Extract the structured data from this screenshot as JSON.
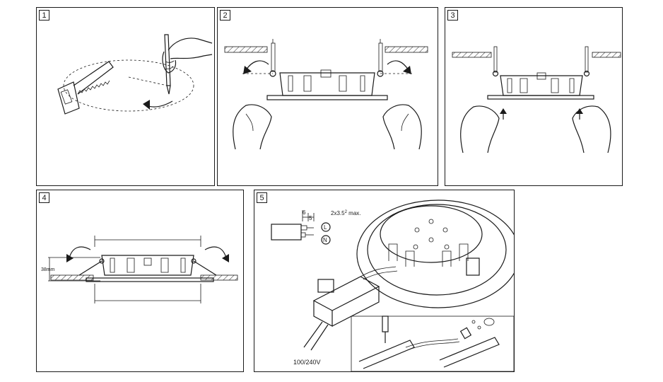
{
  "steps": [
    {
      "number": "1"
    },
    {
      "number": "2"
    },
    {
      "number": "3"
    },
    {
      "number": "4",
      "height_label": "38mm"
    },
    {
      "number": "5",
      "wire_spec": "2x3.5",
      "wire_spec_suffix": "max.",
      "wire_spec_sup": "2",
      "strip_long": "6",
      "strip_short": "5",
      "terminal_L": "L",
      "terminal_N": "N",
      "voltage": "100/240V"
    }
  ]
}
